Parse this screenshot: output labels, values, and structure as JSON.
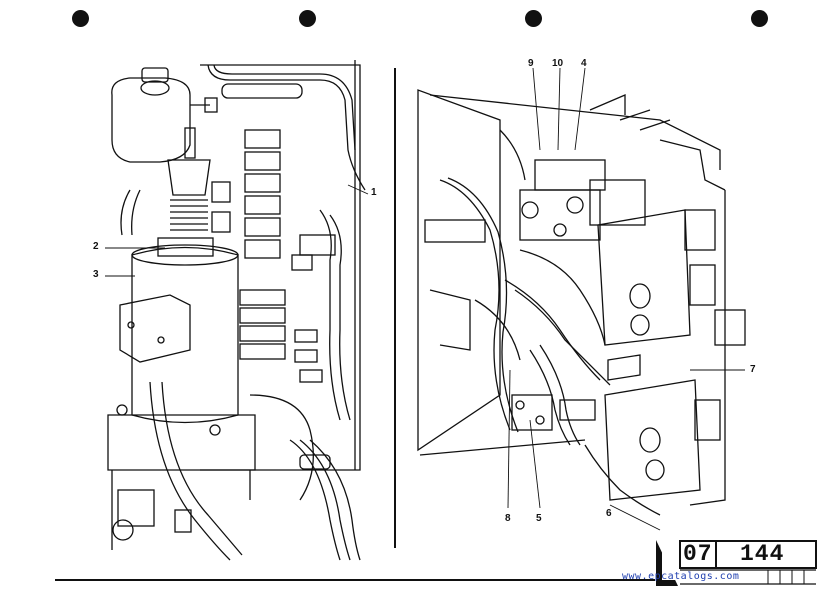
{
  "document": {
    "page_code_prefix": "07",
    "page_code_number": "144",
    "watermark": "www.epcatalogs.com"
  },
  "left_callouts": [
    "1",
    "2",
    "3"
  ],
  "right_callouts": [
    "9",
    "10",
    "4",
    "7",
    "6",
    "8",
    "5"
  ]
}
